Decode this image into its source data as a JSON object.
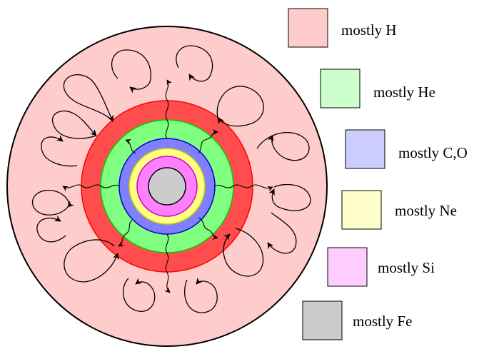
{
  "layers": [
    {
      "id": "h",
      "label": "mostly H",
      "fill": "#ffcccc",
      "ring_fill": "#ffcccc"
    },
    {
      "id": "he",
      "label": "mostly He",
      "fill": "#ccffcc",
      "ring_fill": "#80ff80"
    },
    {
      "id": "co",
      "label": "mostly C,O",
      "fill": "#ccccff",
      "ring_fill": "#8080ff"
    },
    {
      "id": "ne",
      "label": "mostly Ne",
      "fill": "#ffffcc",
      "ring_fill": "#ffff80"
    },
    {
      "id": "si",
      "label": "mostly Si",
      "fill": "#ffccff",
      "ring_fill": "#ff80ff"
    },
    {
      "id": "fe",
      "label": "mostly Fe",
      "fill": "#cccccc",
      "ring_fill": "#cccccc"
    }
  ],
  "colors": {
    "convective_zone": "#ff4d4d",
    "convective_zone_stroke": "#ff0000",
    "he_stroke": "#00cc00",
    "co_stroke": "#0000cc",
    "ne_stroke": "#cccc00",
    "si_stroke": "#cc00cc",
    "outline": "#000000"
  }
}
